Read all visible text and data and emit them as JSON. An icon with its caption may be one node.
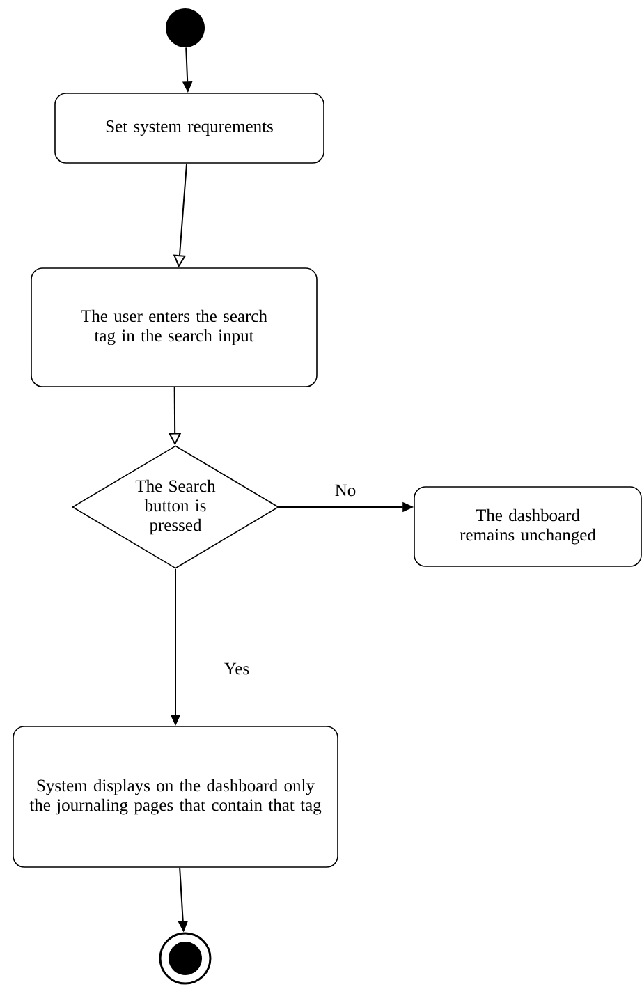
{
  "diagram": {
    "nodes": [
      {
        "text": [],
        "shape": "circle"
      },
      {
        "text": [
          "Set system requrements"
        ]
      },
      {
        "text": [
          "The user enters the search tag in the search input"
        ]
      },
      {
        "text": [
          "The Search button is pressed"
        ]
      },
      {
        "text": [
          "The dashboard remains unchanged"
        ]
      },
      {
        "text": [
          "System displays on the dashboard only the journaling pages that contain that tag"
        ]
      },
      {
        "text": [],
        "shape": "circle"
      }
    ],
    "edges": [
      {
        "from": 0,
        "to": 1,
        "arrow": "to"
      },
      {
        "from": 1,
        "to": 2,
        "arrow": "to"
      },
      {
        "from": 2,
        "to": 3,
        "arrow": "to"
      },
      {
        "from": 3,
        "to": 4,
        "arrow": "to",
        "label": "No"
      },
      {
        "from": 3,
        "to": 5,
        "arrow": "to",
        "label": "Yes"
      },
      {
        "from": 5,
        "to": 6,
        "arrow": "to"
      }
    ]
  }
}
